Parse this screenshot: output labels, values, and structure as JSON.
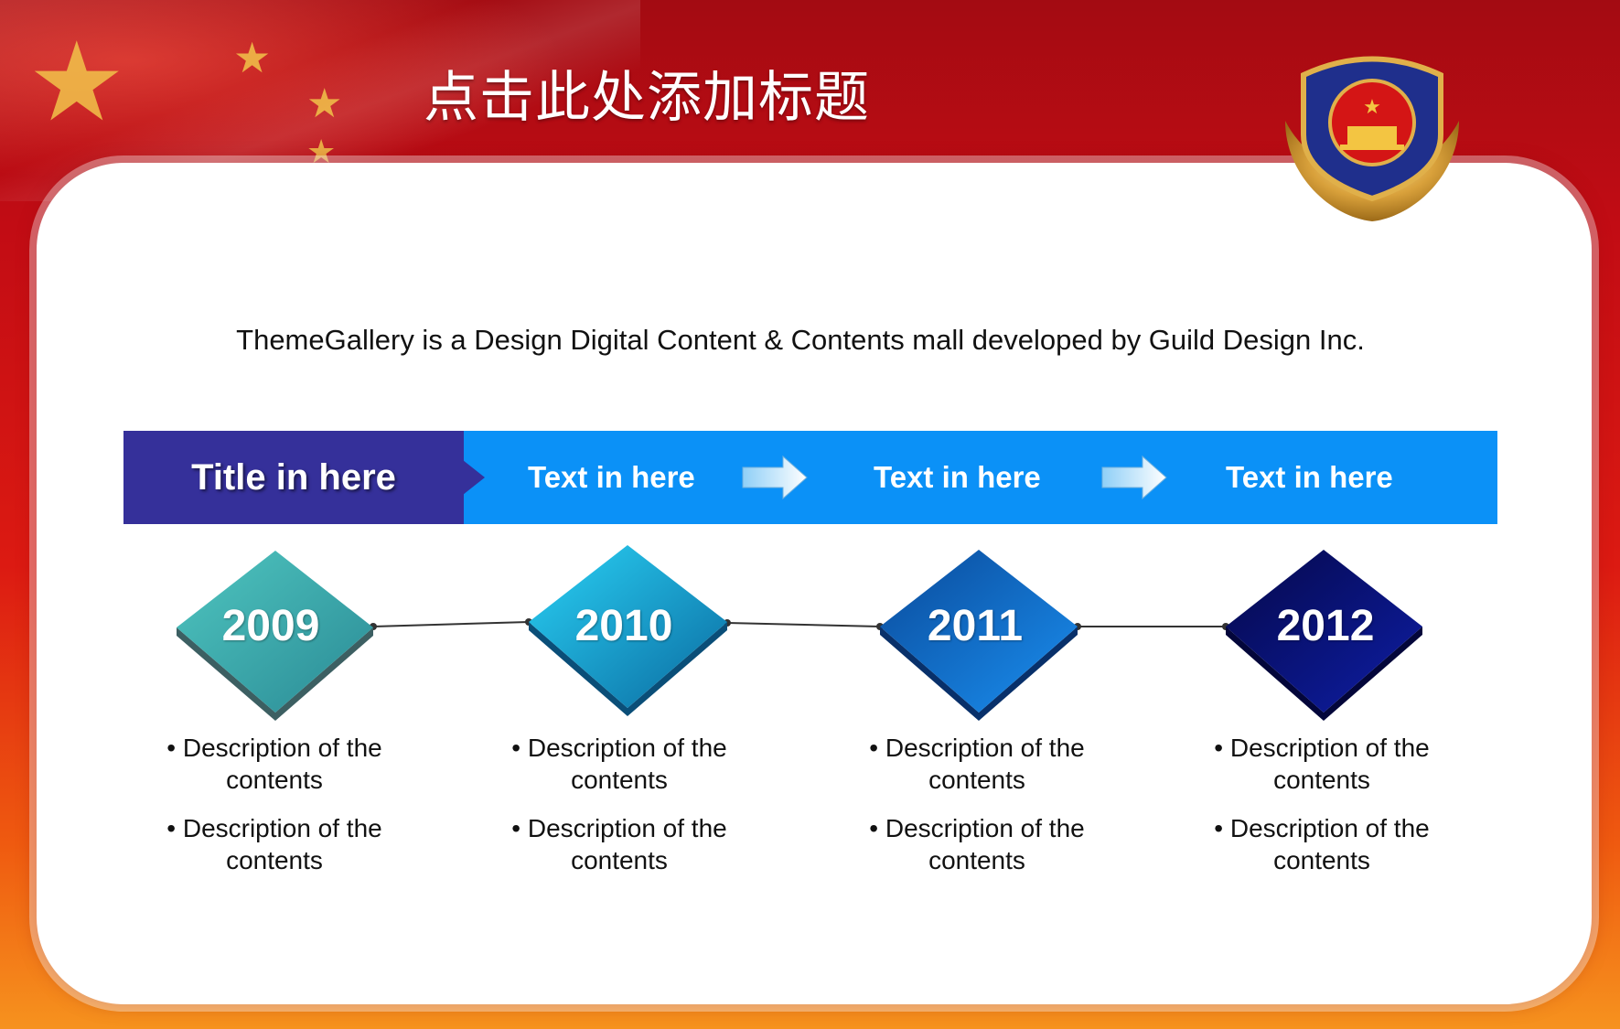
{
  "slide": {
    "header_title": "点击此处添加标题",
    "subtitle": "ThemeGallery  is a Design Digital Content & Contents mall developed by Guild Design Inc.",
    "emblem_icon": "police-emblem-icon"
  },
  "band": {
    "title": "Title in here",
    "items": [
      "Text in here",
      "Text in here",
      "Text in here"
    ],
    "colors": {
      "band": "#0b91f7",
      "title_block": "#35309a"
    }
  },
  "timeline": [
    {
      "year": "2009",
      "color": "#3aa5a5",
      "descriptions": [
        "Description of the contents",
        "Description of the contents"
      ]
    },
    {
      "year": "2010",
      "color": "#0aa9dc",
      "descriptions": [
        "Description of the contents",
        "Description of the contents"
      ]
    },
    {
      "year": "2011",
      "color": "#0a6fd0",
      "descriptions": [
        "Description of the contents",
        "Description of the contents"
      ]
    },
    {
      "year": "2012",
      "color": "#0b1a8c",
      "descriptions": [
        "Description of the contents",
        "Description of the contents"
      ]
    }
  ]
}
